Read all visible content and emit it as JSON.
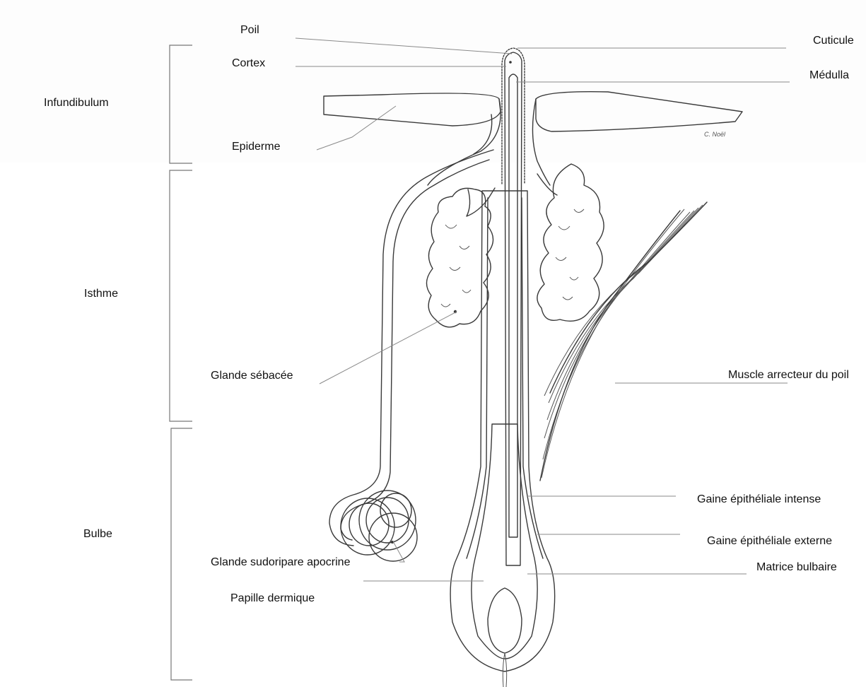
{
  "regions": {
    "infundibulum": "Infundibulum",
    "isthme": "Isthme",
    "bulbe": "Bulbe"
  },
  "labels": {
    "poil": "Poil",
    "cortex": "Cortex",
    "epiderme": "Epiderme",
    "glande_sebacee": "Glande sébacée",
    "glande_sudoripare": "Glande sudoripare apocrine",
    "papille": "Papille dermique",
    "cuticule": "Cuticule",
    "medulla": "Médulla",
    "muscle": "Muscle arrecteur du poil",
    "gaine_interne": "Gaine épithéliale intense",
    "gaine_externe": "Gaine épithéliale externe",
    "matrice": "Matrice bulbaire"
  },
  "artist_signature": "C. Noël",
  "colors": {
    "ink": "#3a3a3a",
    "leader": "#8a8a8a",
    "text": "#111111"
  }
}
